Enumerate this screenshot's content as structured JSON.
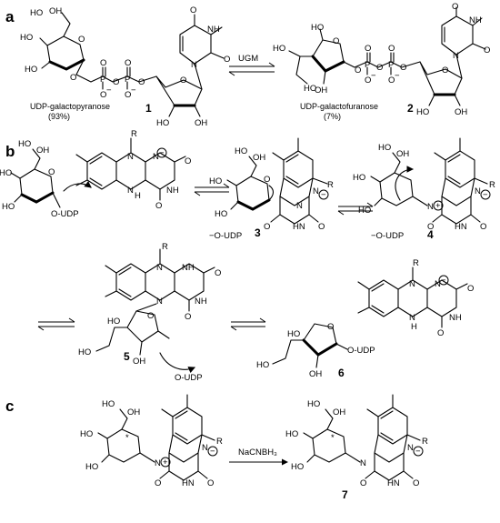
{
  "panels": [
    "a",
    "b",
    "c"
  ],
  "panel_a": {
    "reagent": "UGM",
    "compounds": [
      {
        "number": "1",
        "name": "UDP-galactopyranose",
        "percent": "(93%)"
      },
      {
        "number": "2",
        "name": "UDP-galactofuranose",
        "percent": "(7%)"
      }
    ]
  },
  "panel_b": {
    "compounds": [
      "3",
      "4",
      "5",
      "6"
    ]
  },
  "panel_c": {
    "reagent": "NaCNBH₃",
    "compounds": [
      "7"
    ]
  },
  "atoms": {
    "OH": "OH",
    "HO": "HO",
    "O": "O",
    "P": "P",
    "N": "N",
    "NH": "NH",
    "HN": "HN",
    "H": "H",
    "R": "R",
    "OUDP": "O-UDP",
    "OUDPminus": "−O-UDP"
  },
  "charges": {
    "minus": "−",
    "plus": "+"
  },
  "marks": {
    "star": "*"
  }
}
